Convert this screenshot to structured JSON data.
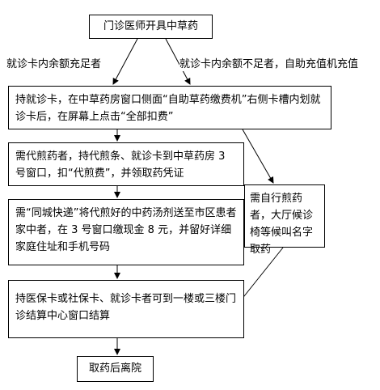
{
  "flow": {
    "start": "门诊医师开具中草药",
    "branch_left": "就诊卡内余额充足者",
    "branch_right": "就诊卡内余额不足者，自助充值机充值",
    "step_card": "持就诊卡，在中草药房窗口侧面“自助草药缴费机”右侧卡槽内划就诊卡后，在屏幕上点击“全部扣费”",
    "step_decoct": "需代煎药者，持代煎条、就诊卡到中草药房 3 号窗口，扣“代煎费”，并领取药凭证",
    "step_delivery": "需“同城快递”将代煎好的中药汤剂送至市区患者家中者，在 3 号窗口缴现金 8 元，并留好详细家庭住址和手机号码",
    "step_self": "需自行煎药者，大厅候诊椅等候叫名字取药",
    "step_settle": "持医保卡或社保卡、就诊卡者可到一楼或三楼门诊结算中心窗口结算",
    "end": "取药后离院"
  }
}
